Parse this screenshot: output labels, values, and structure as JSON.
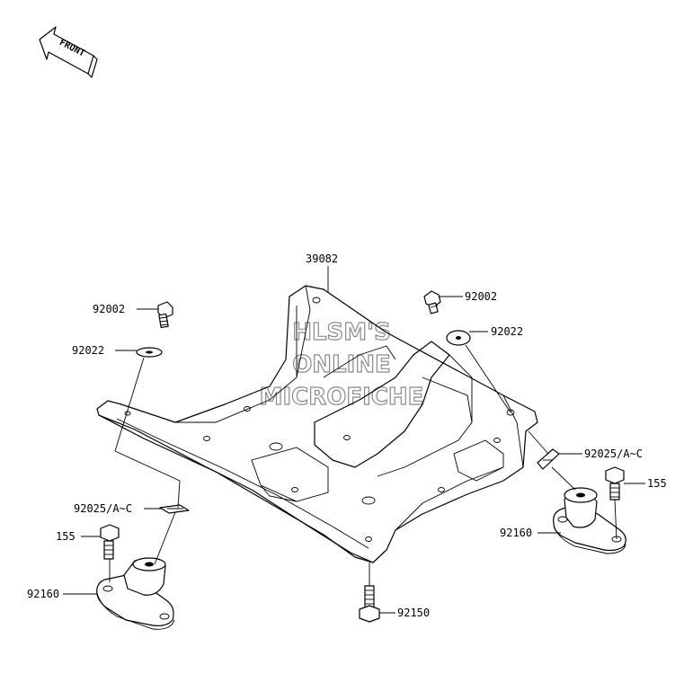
{
  "front_label": "FRONT",
  "watermark": [
    "HLSM'S",
    "ONLINE",
    "MICROFICHE"
  ],
  "parts": {
    "frame": "39082",
    "bolt_left": "92002",
    "bolt_right": "92002",
    "washer_left": "92022",
    "washer_right": "92022",
    "pin_left": "92025/A~C",
    "pin_right": "92025/A~C",
    "mount_bolt_left": "155",
    "mount_bolt_right": "155",
    "mount_left": "92160",
    "mount_right": "92160",
    "bottom_bolt": "92150"
  }
}
